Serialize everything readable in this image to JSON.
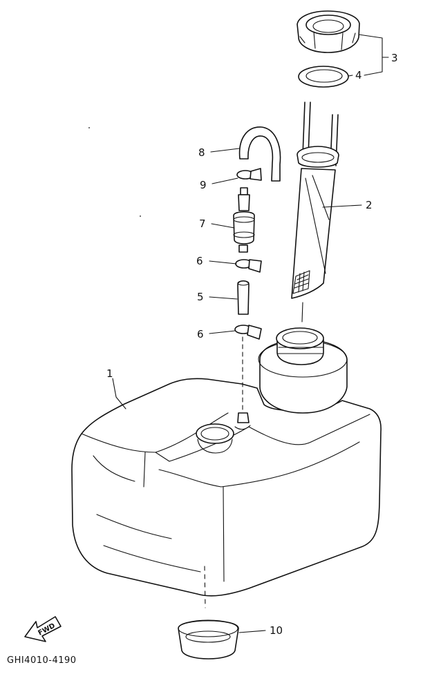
{
  "diagram": {
    "drawing_code": "GHI4010-4190",
    "fwd_label": "FWD",
    "callouts": {
      "tank": "1",
      "filter_strainer": "2",
      "cap_assembly": "3",
      "gasket": "4",
      "hose": "5",
      "clip_lower": "6",
      "clip_middle": "6",
      "fuel_filter": "7",
      "vent_hose": "8",
      "clip_upper": "9",
      "bottom_cap": "10"
    }
  }
}
